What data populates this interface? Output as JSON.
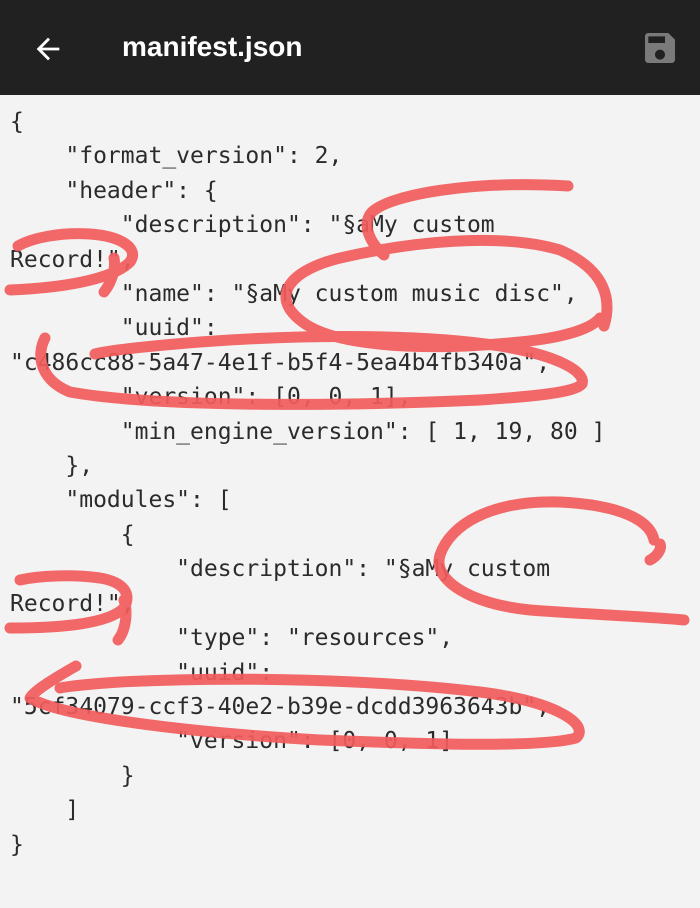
{
  "toolbar": {
    "title": "manifest.json",
    "back_icon": "arrow-back-icon",
    "save_icon": "floppy-disk-save-icon",
    "background": "#212121",
    "icon_color_back": "#ffffff",
    "icon_color_save": "#7a7a7a"
  },
  "editor": {
    "background": "#f3f3f3",
    "text_color": "#2b2b2b",
    "lines": [
      "{",
      "    \"format_version\": 2,",
      "    \"header\": {",
      "        \"description\": \"§aMy custom",
      "Record!\",",
      "        \"name\": \"§aMy custom music disc\",",
      "        \"uuid\":",
      "\"c486cc88-5a47-4e1f-b5f4-5ea4b4fb340a\",",
      "        \"version\": [0, 0, 1],",
      "        \"min_engine_version\": [ 1, 19, 80 ]",
      "    },",
      "    \"modules\": [",
      "        {",
      "            \"description\": \"§aMy custom",
      "Record!\",",
      "            \"type\": \"resources\",",
      "            \"uuid\":",
      "\"5cf34079-ccf3-40e2-b39e-dcdd3963643b\",",
      "            \"version\": [0, 0, 1]",
      "        }",
      "    ]",
      "}"
    ]
  },
  "annotation": {
    "type": "red-pen-scribbles",
    "color": "#f25c5c"
  }
}
